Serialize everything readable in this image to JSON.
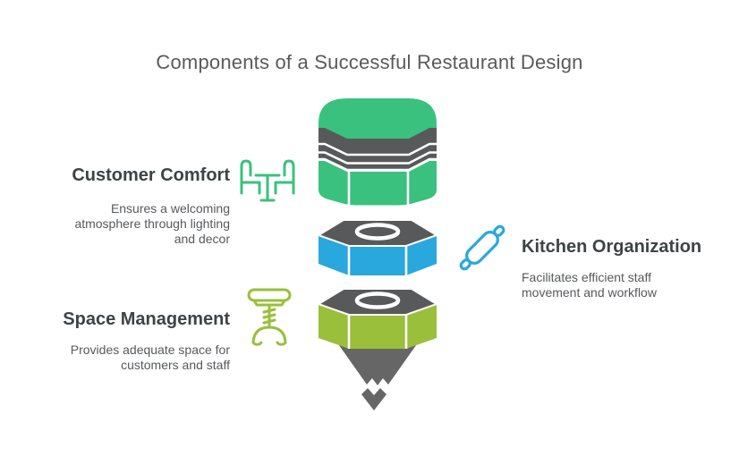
{
  "title": "Components of a Successful Restaurant Design",
  "items": [
    {
      "id": "customer-comfort",
      "heading": "Customer Comfort",
      "description": "Ensures a welcoming atmosphere through lighting and decor",
      "icon": "table-chairs-icon",
      "accent_color": "#3ac17e"
    },
    {
      "id": "kitchen-organization",
      "heading": "Kitchen Organization",
      "description": "Facilitates efficient staff movement and workflow",
      "icon": "rolling-pin-icon",
      "accent_color": "#29a8de"
    },
    {
      "id": "space-management",
      "heading": "Space Management",
      "description": "Provides adequate space for customers and staff",
      "icon": "stool-icon",
      "accent_color": "#9abf3b"
    }
  ],
  "funnel": {
    "segments": [
      {
        "name": "mill-cap-top",
        "color": "#3ac17e"
      },
      {
        "name": "hex-nut-middle",
        "color": "#29a8de"
      },
      {
        "name": "hex-nut-lower",
        "color": "#9abf3b"
      },
      {
        "name": "cone-spout",
        "color": "#666666"
      }
    ],
    "neutral_color": "#58595b",
    "separator_color": "#ffffff"
  },
  "text_colors": {
    "title": "#595a5c",
    "heading": "#3e4345",
    "body": "#57595c"
  },
  "background_color": "#ffffff"
}
